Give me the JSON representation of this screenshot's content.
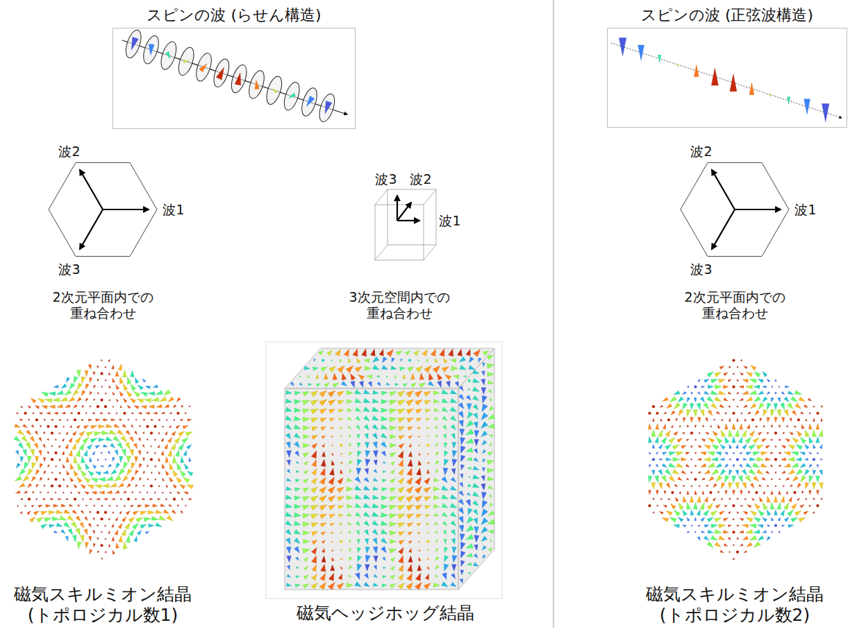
{
  "diagram": {
    "nodes": [
      {
        "text": [
          "スピンの波 (らせん構造)"
        ]
      },
      {
        "text": [
          "スピンの波 (正弦波構造)"
        ]
      }
    ],
    "labels": [
      "波2",
      "波1",
      "波3",
      "2次元平面内での 重ね合わせ",
      "波3",
      "波2",
      "波1",
      "3次元空間内での 重ね合わせ",
      "波2",
      "波1",
      "波3",
      "2次元平面内での 重ね合わせ",
      "磁気スキルミオン結晶 (トポロジカル数1)",
      "磁気ヘッジホッグ結晶",
      "磁気スキルミオン結晶 (トポロジカル数2)"
    ]
  }
}
